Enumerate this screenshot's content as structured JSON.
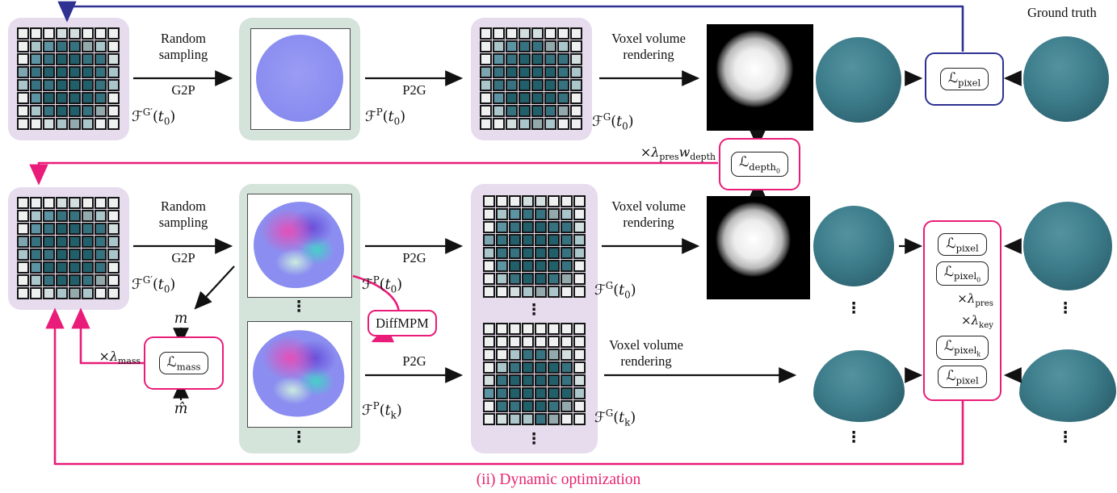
{
  "colors": {
    "accent_pink": "#ea1c79",
    "accent_blue": "#2e3192",
    "panel_purple": "#e6dcee",
    "panel_green": "#d5e4db",
    "grid_dark_teal": "#215f6b",
    "caption_pink": "#e8256f"
  },
  "palette": {
    "w": "#eef1ef",
    "p": "#d3dfdf",
    "l": "#abc6cb",
    "m": "#5d94a4",
    "t": "#36727f",
    "d": "#215f6b",
    "g": "#93a9ac",
    "b": "#7fa6b0"
  },
  "grids": {
    "t0_pattern": [
      "wwwppwww",
      "wlmttglw",
      "wmtddttp",
      "btddddtl",
      "lttdddtl",
      "wmddddtw",
      "wltddtgw",
      "wwplglww"
    ],
    "tk_pattern": [
      "wwwwwwww",
      "wwwwwwww",
      "wwlttgpw",
      "wltdddtw",
      "ptddddtp",
      "mtdddddl",
      "wttddtgw",
      "wplltgww"
    ]
  },
  "shared": {
    "random_line1": "Random",
    "random_line2": "sampling",
    "g2p": "G2P",
    "p2g": "P2G",
    "voxel_line1": "Voxel volume",
    "voxel_line2": "rendering",
    "dots": "⋮",
    "ground_truth": "Ground truth",
    "diffmpm": "DiffMPM"
  },
  "math": {
    "fgp_t0": "ℱ<sup>G′</sup>(<i>t</i><sub>0</sub>)",
    "fp_t0": "ℱ<sup>P</sup>(<i>t</i><sub>0</sub>)",
    "fp_tk": "ℱ<sup>P</sup>(<i>t</i><sub>k</sub>)",
    "fg_t0": "ℱ<sup>G</sup>(<i>t</i><sub>0</sub>)",
    "fg_tk": "ℱ<sup>G</sup>(<i>t</i><sub>k</sub>)",
    "l_pixel": "ℒ<sub>pixel</sub>",
    "l_pixel0": "ℒ<sub>pixel<sub>0</sub></sub>",
    "l_pixelk": "ℒ<sub>pixel<sub>k</sub></sub>",
    "l_depth0": "ℒ<sub>depth<sub>0</sub></sub>",
    "l_mass": "ℒ<sub>mass</sub>",
    "lam_pres_w_depth": "×<i>λ</i><sub>pres</sub><i>w</i><sub>depth</sub>",
    "lam_mass": "×<i>λ</i><sub>mass</sub>",
    "lam_pres": "×<i>λ</i><sub>pres</sub>",
    "lam_key": "×<i>λ</i><sub>key</sub>",
    "m": "<i>m</i>",
    "m_hat": "<i>m̂</i>"
  },
  "caption": "(ii) Dynamic optimization"
}
